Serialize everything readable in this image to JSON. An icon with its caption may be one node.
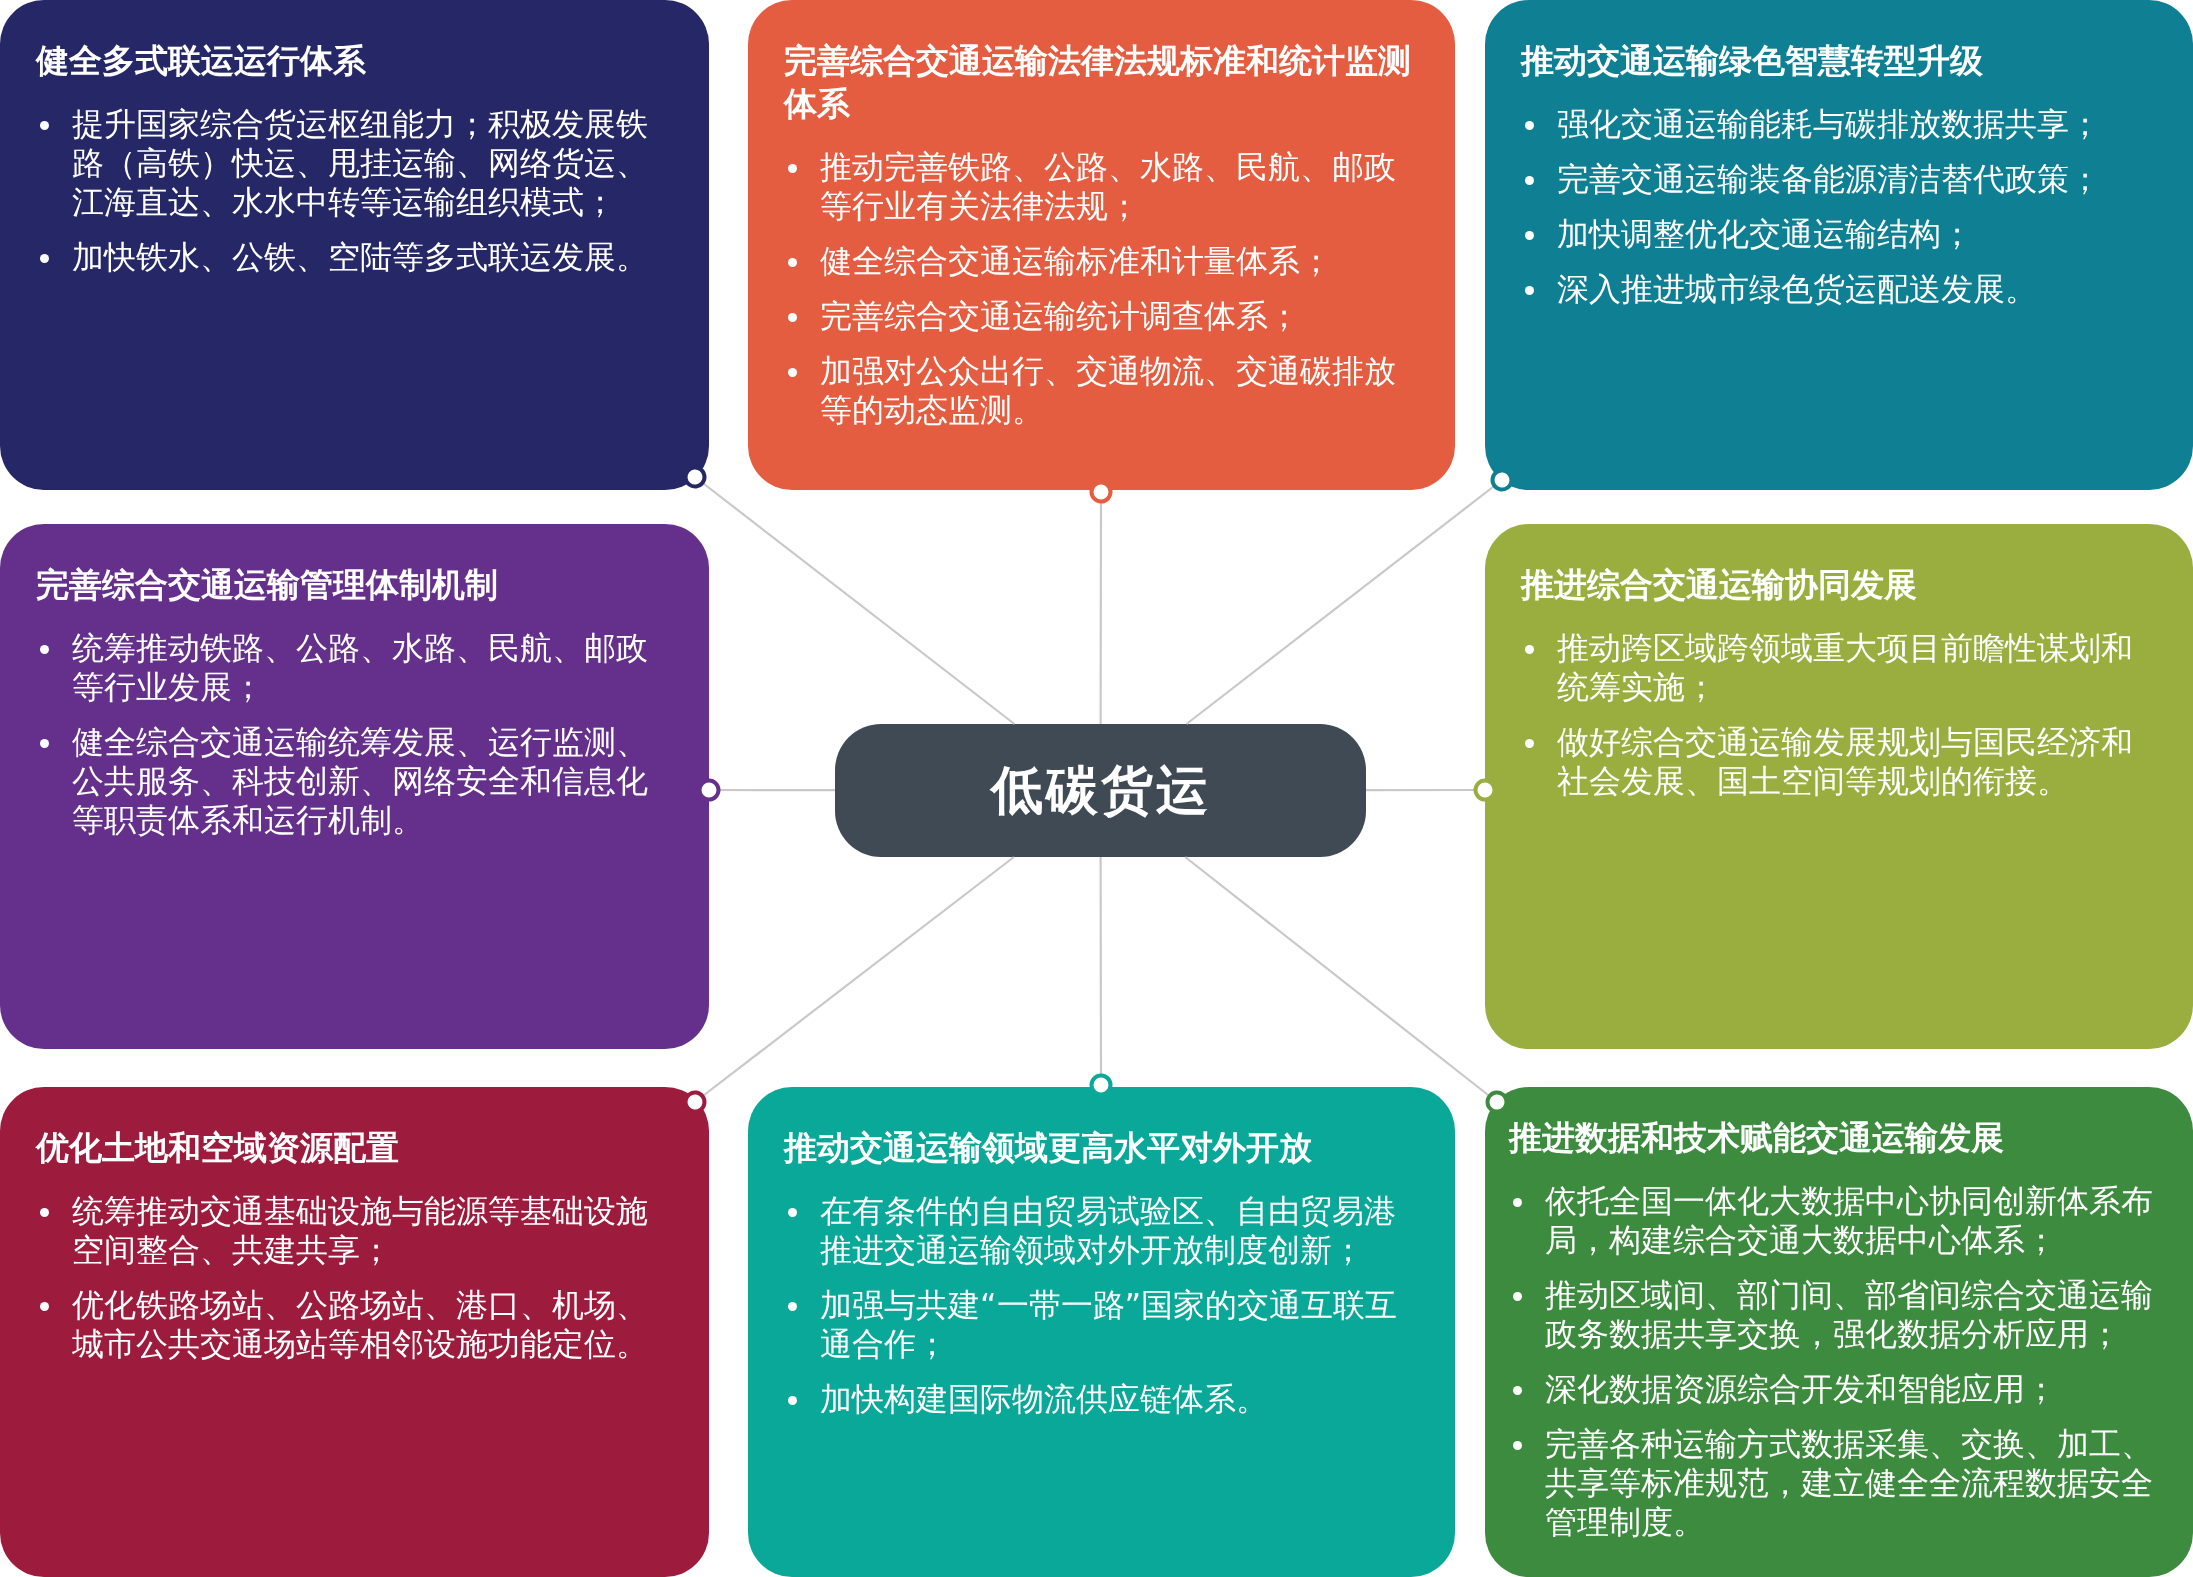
{
  "diagram": {
    "nodes": [
      {
        "text": [
          "健全多式联运运行体系",
          "提升国家综合货运枢纽能力；积极发展铁路（高铁）快运、甩挂运输、网络货运、江海直达、水水中转等运输组织模式；",
          "加快铁水、公铁、空陆等多式联运发展。"
        ]
      },
      {
        "text": [
          "完善综合交通运输法律法规标准和统计监测体系",
          "推动完善铁路、公路、水路、民航、邮政等行业有关法律法规；",
          "健全综合交通运输标准和计量体系；",
          "完善综合交通运输统计调查体系；",
          "加强对公众出行、交通物流、交通碳排放等的动态监测。"
        ]
      },
      {
        "text": [
          "推动交通运输绿色智慧转型升级",
          "强化交通运输能耗与碳排放数据共享；",
          "完善交通运输装备能源清洁替代政策；",
          "加快调整优化交通运输结构；",
          "深入推进城市绿色货运配送发展。"
        ]
      },
      {
        "text": [
          "完善综合交通运输管理体制机制",
          "统筹推动铁路、公路、水路、民航、邮政等行业发展；",
          "健全综合交通运输统筹发展、运行监测、公共服务、科技创新、网络安全和信息化等职责体系和运行机制。"
        ]
      },
      {
        "text": [
          "低碳货运"
        ]
      },
      {
        "text": [
          "推进综合交通运输协同发展",
          "推动跨区域跨领域重大项目前瞻性谋划和统筹实施；",
          "做好综合交通运输发展规划与国民经济和社会发展、国土空间等规划的衔接。"
        ]
      },
      {
        "text": [
          "优化土地和空域资源配置",
          "统筹推动交通基础设施与能源等基础设施空间整合、共建共享；",
          "优化铁路场站、公路场站、港口、机场、城市公共交通场站等相邻设施功能定位。"
        ]
      },
      {
        "text": [
          "推动交通运输领域更高水平对外开放",
          "在有条件的自由贸易试验区、自由贸易港推进交通运输领域对外开放制度创新；",
          "加强与共建“一带一路”国家的交通互联互通合作；",
          "加快构建国际物流供应链体系。"
        ]
      },
      {
        "text": [
          "推进数据和技术赋能交通运输发展",
          "依托全国一体化大数据中心协同创新体系布局，构建综合交通大数据中心体系；",
          "推动区域间、部门间、部省间综合交通运输政务数据共享交换，强化数据分析应用；",
          "深化数据资源综合开发和智能应用；",
          "完善各种运输方式数据采集、交换、加工、共享等标准规范，建立健全全流程数据安全管理制度。"
        ]
      }
    ],
    "edges": [
      {
        "from": 4,
        "to": 0,
        "arrow": "other"
      },
      {
        "from": 4,
        "to": 1,
        "arrow": "other"
      },
      {
        "from": 4,
        "to": 2,
        "arrow": "other"
      },
      {
        "from": 4,
        "to": 3,
        "arrow": "other"
      },
      {
        "from": 4,
        "to": 5,
        "arrow": "other"
      },
      {
        "from": 4,
        "to": 6,
        "arrow": "other"
      },
      {
        "from": 4,
        "to": 7,
        "arrow": "other"
      },
      {
        "from": 4,
        "to": 8,
        "arrow": "other"
      }
    ]
  }
}
